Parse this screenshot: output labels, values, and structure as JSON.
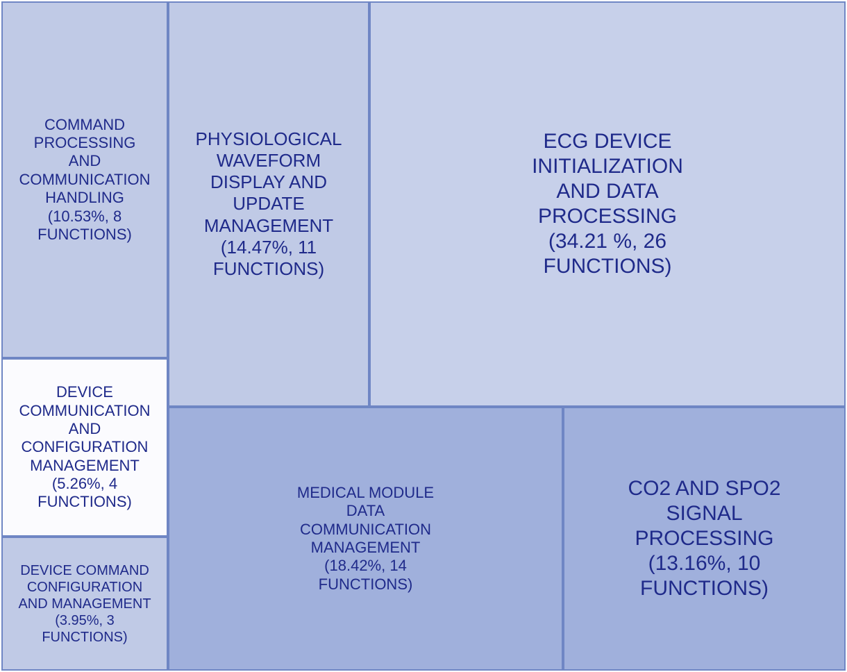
{
  "chart_data": {
    "type": "treemap",
    "title": "",
    "tiles": [
      {
        "id": "command-processing",
        "lines": [
          "COMMAND",
          "PROCESSING",
          "AND",
          "COMMUNICATION",
          "HANDLING",
          "(10.53%, 8",
          "FUNCTIONS)"
        ],
        "name": "COMMAND PROCESSING AND COMMUNICATION HANDLING",
        "percent": 10.53,
        "functions": 8,
        "color": "#c0cae6"
      },
      {
        "id": "device-communication-config",
        "lines": [
          "DEVICE",
          "COMMUNICATION",
          "AND",
          "CONFIGURATION",
          "MANAGEMENT",
          "(5.26%, 4",
          "FUNCTIONS)"
        ],
        "name": "DEVICE COMMUNICATION AND CONFIGURATION MANAGEMENT",
        "percent": 5.26,
        "functions": 4,
        "color": "#fbfbfe"
      },
      {
        "id": "device-command-config",
        "lines": [
          "DEVICE COMMAND",
          "CONFIGURATION",
          "AND MANAGEMENT",
          "(3.95%, 3",
          "FUNCTIONS)"
        ],
        "name": "DEVICE COMMAND CONFIGURATION AND MANAGEMENT",
        "percent": 3.95,
        "functions": 3,
        "color": "#c0cae6"
      },
      {
        "id": "physiological-waveform",
        "lines": [
          "PHYSIOLOGICAL",
          "WAVEFORM",
          "DISPLAY AND",
          "UPDATE",
          "MANAGEMENT",
          "(14.47%, 11",
          "FUNCTIONS)"
        ],
        "name": "PHYSIOLOGICAL WAVEFORM DISPLAY AND UPDATE MANAGEMENT",
        "percent": 14.47,
        "functions": 11,
        "color": "#c0cae6"
      },
      {
        "id": "ecg-device",
        "lines": [
          "ECG DEVICE",
          "INITIALIZATION",
          "AND DATA",
          "PROCESSING",
          "(34.21 %, 26",
          "FUNCTIONS)"
        ],
        "name": "ECG DEVICE INITIALIZATION AND DATA PROCESSING",
        "percent": 34.21,
        "functions": 26,
        "color": "#c7d0ea"
      },
      {
        "id": "medical-module",
        "lines": [
          "MEDICAL MODULE",
          "DATA",
          "COMMUNICATION",
          "MANAGEMENT",
          "(18.42%, 14",
          "FUNCTIONS)"
        ],
        "name": "MEDICAL MODULE DATA COMMUNICATION MANAGEMENT",
        "percent": 18.42,
        "functions": 14,
        "color": "#a0b0dc"
      },
      {
        "id": "co2-spo2",
        "lines": [
          "CO2 AND SPO2",
          "SIGNAL",
          "PROCESSING",
          "(13.16%, 10",
          "FUNCTIONS)"
        ],
        "name": "CO2 AND SPO2 SIGNAL PROCESSING",
        "percent": 13.16,
        "functions": 10,
        "color": "#a0b0dc"
      }
    ]
  }
}
